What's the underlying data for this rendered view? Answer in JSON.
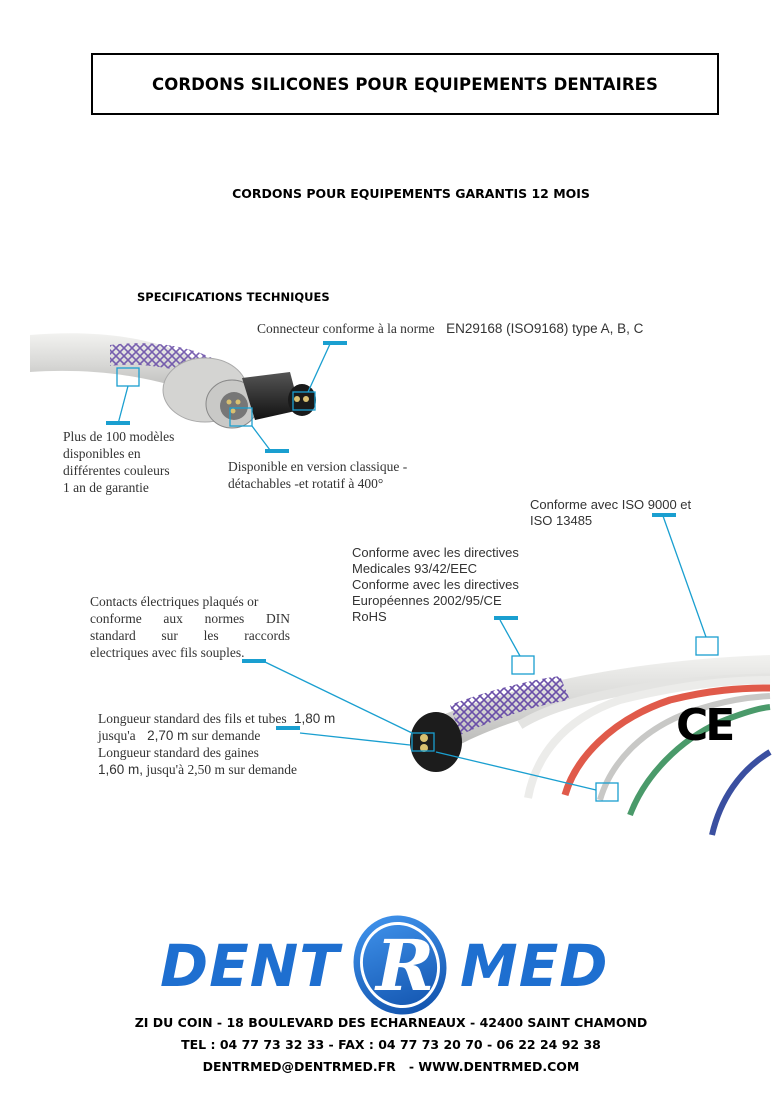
{
  "header": {
    "title": "CORDONS SILICONES POUR EQUIPEMENTS DENTAIRES",
    "subtitle": "CORDONS POUR EQUIPEMENTS GARANTIS 12 MOIS"
  },
  "specs": {
    "heading": "SPECIFICATIONS TECHNIQUES",
    "connector_label": "Connecteur conforme à la norme",
    "connector_norm": "EN29168 (ISO9168) type A, B, C",
    "models_lines": [
      "Plus de 100 modèles",
      "disponibles en",
      "différentes couleurs",
      "1 an de garantie"
    ],
    "versions_lines": [
      "Disponible en version classique -",
      "détachables -et rotatif à 400°"
    ],
    "iso_lines": [
      "Conforme avec ISO 9000 et",
      "ISO 13485"
    ],
    "directives_lines": [
      "Conforme avec  les directives",
      "Medicales  93/42/EEC",
      "Conforme avec les directives",
      "Européennes 2002/95/CE",
      "RoHS"
    ],
    "contacts_lines": [
      "Contacts électriques plaqués or",
      "conforme aux normes DIN",
      "standard sur les raccords",
      "electriques avec fils souples."
    ],
    "length_l1_a": "Longueur standard des fils et tubes",
    "length_l1_b": "1,80 m",
    "length_l2_a": "jusqu'a",
    "length_l2_b": "2,70 m",
    "length_l2_c": "sur demande",
    "length_l3": "Longueur standard des gaines",
    "length_l4_a": "1,60 m,",
    "length_l4_b": "jusqu'à 2,50 m sur demande",
    "ce_mark": "CE"
  },
  "brand": {
    "left": "DENT",
    "middle": "R",
    "right": "MED",
    "color": "#1e6fd0"
  },
  "footer": {
    "address": "ZI DU COIN - 18 BOULEVARD DES ECHARNEAUX - 42400 SAINT CHAMOND",
    "phones": "TEL : 04 77 73 32 33 - FAX : 04 77 73 20 70 - 06 22 24 92 38",
    "web": "DENTRMED@DENTRMED.FR   - WWW.DENTRMED.COM"
  },
  "colors": {
    "callout": "#1a9fd0",
    "cable": "#dcdcda",
    "braid": "#6a4fa8"
  }
}
